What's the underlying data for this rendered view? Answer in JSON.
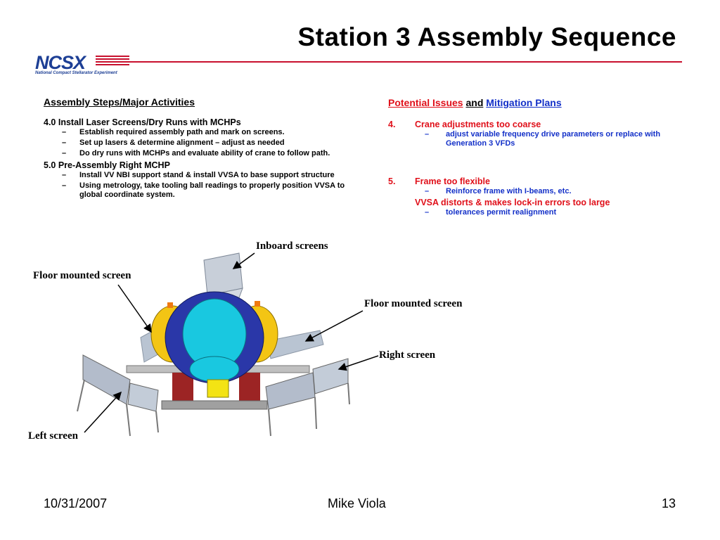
{
  "slide": {
    "title": "Station 3 Assembly Sequence",
    "logo": {
      "text": "NCSX",
      "subtitle": "National Compact Stellarator Experiment"
    },
    "left": {
      "heading": "Assembly Steps/Major Activities",
      "steps": [
        {
          "label": "4.0 Install Laser Screens/Dry Runs with MCHPs",
          "bullets": [
            "Establish required assembly path and mark on screens.",
            "Set up lasers & determine alignment – adjust as needed",
            "Do dry runs with MCHPs and evaluate ability of crane to follow path."
          ]
        },
        {
          "label": "5.0 Pre-Assembly Right MCHP",
          "bullets": [
            "Install VV NBI support stand & install VVSA to base support structure",
            "Using metrology, take tooling ball readings to properly position VVSA to global coordinate system."
          ]
        }
      ]
    },
    "right": {
      "heading_issues": "Potential Issues",
      "heading_and": "and",
      "heading_plans": "Mitigation Plans",
      "issues": [
        {
          "num": "4.",
          "text": "Crane adjustments too coarse",
          "bullets": [
            "adjust variable frequency drive parameters or replace with Generation 3 VFDs"
          ]
        },
        {
          "num": "5.",
          "text": "Frame too flexible",
          "bullets": [
            "Reinforce frame with I-beams, etc."
          ],
          "extra": "VVSA distorts & makes lock-in errors too large",
          "extra_bullets": [
            "tolerances permit realignment"
          ]
        }
      ]
    },
    "figure_labels": {
      "inboard": "Inboard screens",
      "floor_left": "Floor mounted screen",
      "floor_right": "Floor mounted screen",
      "right": "Right screen",
      "left": "Left screen"
    },
    "footer": {
      "date": "10/31/2007",
      "author": "Mike Viola",
      "page": "13"
    },
    "colors": {
      "accent_red": "#e0101a",
      "accent_blue": "#1330c8",
      "logo_blue": "#1d3f95"
    }
  }
}
